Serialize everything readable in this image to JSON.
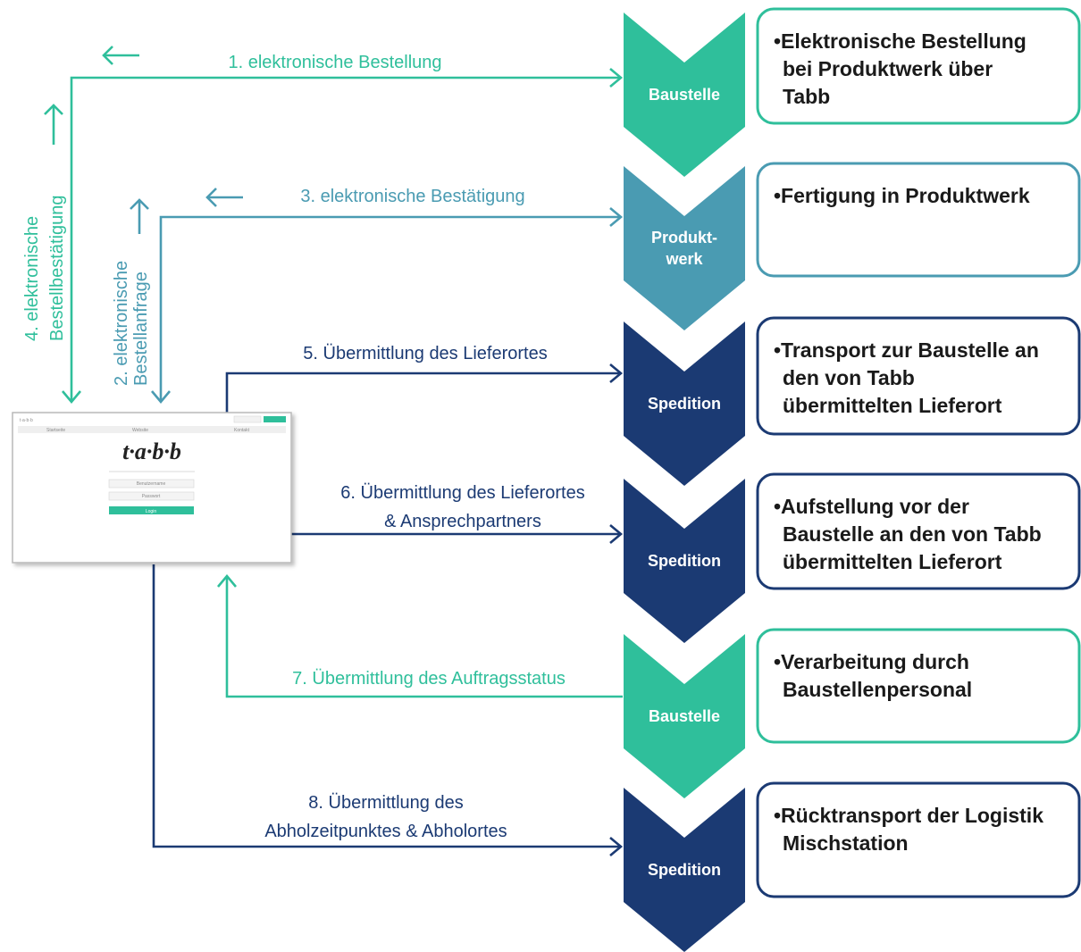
{
  "colors": {
    "mint": "#2fbf9b",
    "teal": "#4a9bb2",
    "navy": "#1b3a73",
    "white": "#ffffff"
  },
  "stages": [
    {
      "label": [
        "Baustelle"
      ],
      "color": "mint",
      "text": [
        "•Elektronische Bestellung",
        "bei Produktwerk über",
        "Tabb"
      ]
    },
    {
      "label": [
        "Produkt-",
        "werk"
      ],
      "color": "teal",
      "text": [
        "•Fertigung in Produktwerk"
      ]
    },
    {
      "label": [
        "Spedition"
      ],
      "color": "navy",
      "text": [
        "•Transport zur Baustelle an",
        "den von Tabb",
        "übermittelten Lieferort"
      ]
    },
    {
      "label": [
        "Spedition"
      ],
      "color": "navy",
      "text": [
        "•Aufstellung vor der",
        "Baustelle an den von Tabb",
        "übermittelten Lieferort"
      ]
    },
    {
      "label": [
        "Baustelle"
      ],
      "color": "mint",
      "text": [
        "•Verarbeitung durch",
        "Baustellenpersonal"
      ]
    },
    {
      "label": [
        "Spedition"
      ],
      "color": "navy",
      "text": [
        "•Rücktransport der Logistik",
        "Mischstation"
      ]
    }
  ],
  "flows": {
    "f1": "1. elektronische Bestellung",
    "f2": [
      "2. elektronische",
      "Bestellanfrage"
    ],
    "f3": "3. elektronische Bestätigung",
    "f4": [
      "4. elektronische",
      "Bestellbestätigung"
    ],
    "f5": "5. Übermittlung des Lieferortes",
    "f6": [
      "6. Übermittlung des Lieferortes",
      "& Ansprechpartners"
    ],
    "f7": "7. Übermittlung des Auftragsstatus",
    "f8": [
      "8. Übermittlung des",
      "Abholzeitpunktes & Abholortes"
    ]
  },
  "screenshot": {
    "logo": "t·a·b·b",
    "brand": "t·a·b·b",
    "nav": [
      "Startseite",
      "Website",
      "Kontakt"
    ],
    "inputs": [
      "Benutzername",
      "Passwort"
    ],
    "button": "Login"
  }
}
